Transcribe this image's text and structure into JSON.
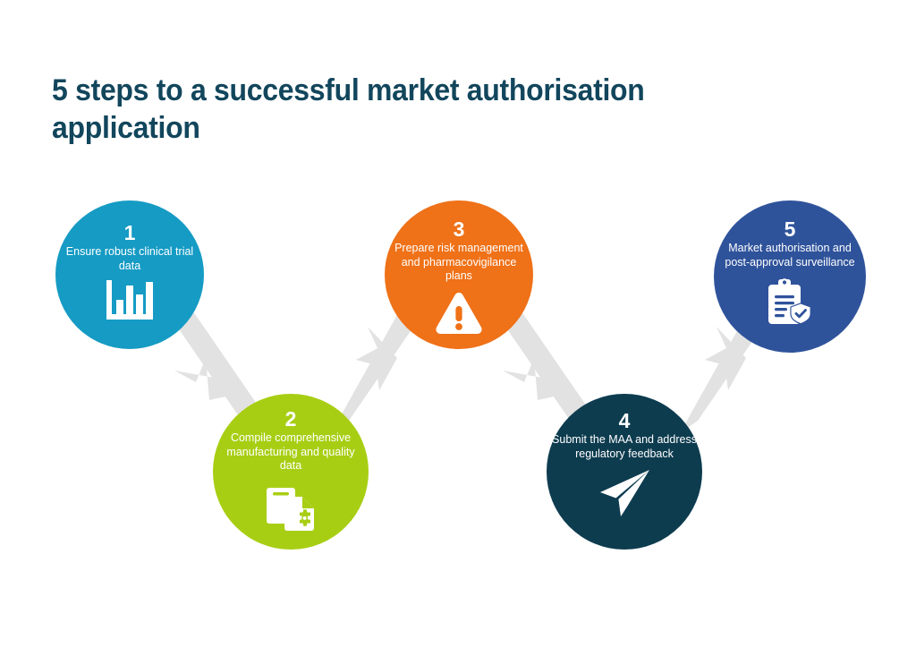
{
  "page": {
    "background": "#ffffff",
    "title": "5 steps to a successful market authorisation application",
    "title_color": "#12465c"
  },
  "diagram": {
    "type": "process-flow",
    "connector_color": "#e2e2e2",
    "steps": [
      {
        "number": "1",
        "label": "Ensure robust clinical trial data",
        "color": "#159bc4",
        "icon": "bar-chart-icon",
        "row": "top"
      },
      {
        "number": "2",
        "label": "Compile comprehensive manufacturing and quality data",
        "color": "#a8ce14",
        "icon": "document-gear-icon",
        "row": "bottom"
      },
      {
        "number": "3",
        "label": "Prepare risk management and pharmacovigilance plans",
        "color": "#ef7118",
        "icon": "warning-triangle-icon",
        "row": "top"
      },
      {
        "number": "4",
        "label": "Submit the MAA and address regulatory feedback",
        "color": "#0d3c4f",
        "icon": "paper-plane-icon",
        "row": "bottom"
      },
      {
        "number": "5",
        "label": "Market authorisation and post-approval surveillance",
        "color": "#2f539b",
        "icon": "clipboard-shield-check-icon",
        "row": "top"
      }
    ]
  }
}
